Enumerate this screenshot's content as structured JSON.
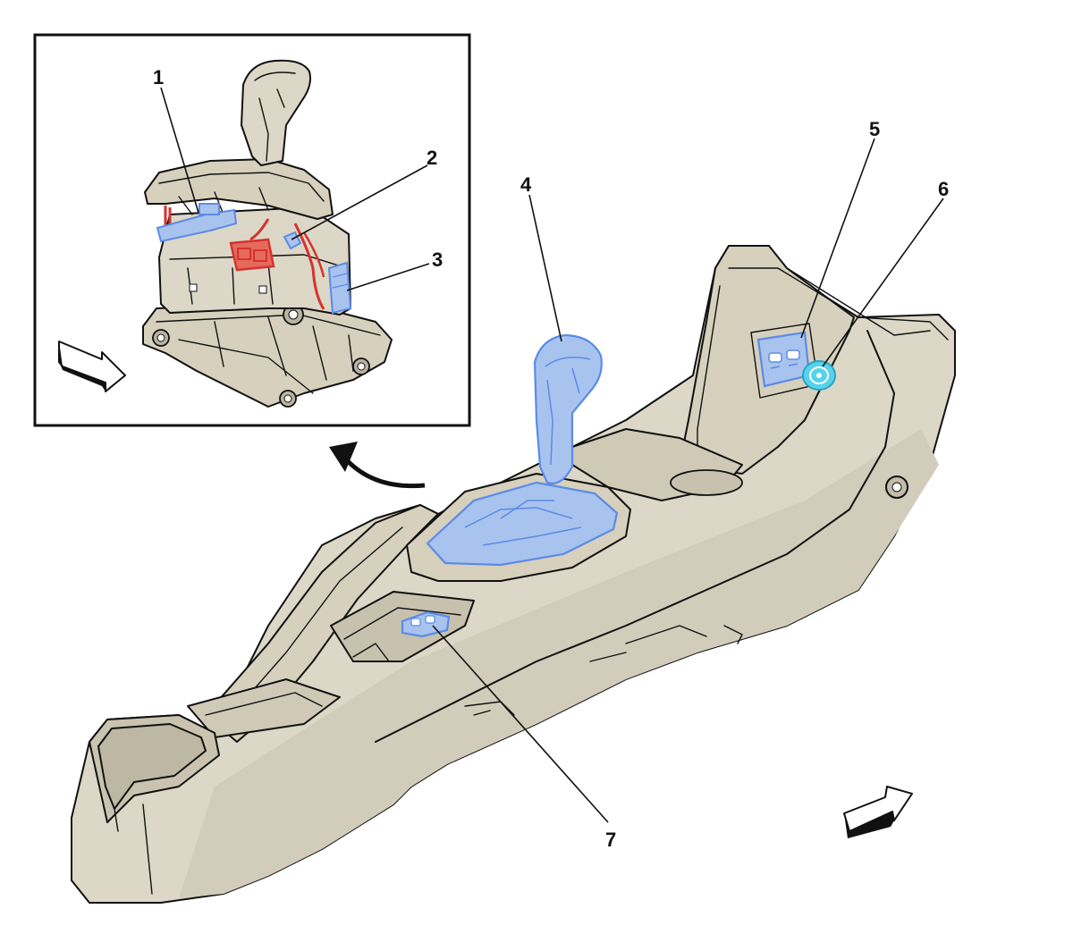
{
  "diagram": {
    "type": "exploded-view illustration",
    "colors": {
      "body_fill": "#dcd7c6",
      "body_shadow": "#c9c3b0",
      "highlight_fill": "#a9c3ef",
      "highlight_stroke": "#5b8be6",
      "wire_red": "#d6322d",
      "connector_cyan": "#56d3ec",
      "outline": "#111111"
    },
    "callouts": [
      {
        "id": "1",
        "label": "1"
      },
      {
        "id": "2",
        "label": "2"
      },
      {
        "id": "3",
        "label": "3"
      },
      {
        "id": "4",
        "label": "4"
      },
      {
        "id": "5",
        "label": "5"
      },
      {
        "id": "6",
        "label": "6"
      },
      {
        "id": "7",
        "label": "7"
      }
    ],
    "icons": {
      "inset_direction_arrow": "forward-arrow-icon",
      "main_direction_arrow": "forward-arrow-icon",
      "detail_pointer": "curved-arrow-icon"
    }
  }
}
